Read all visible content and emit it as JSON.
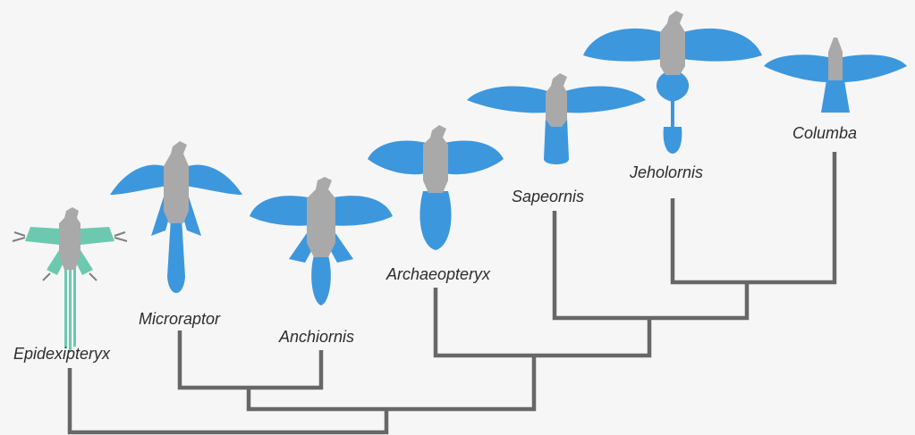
{
  "taxa": [
    {
      "key": "epidexipteryx",
      "name": "Epidexipteryx"
    },
    {
      "key": "microraptor",
      "name": "Microraptor"
    },
    {
      "key": "anchiornis",
      "name": "Anchiornis"
    },
    {
      "key": "archaeopteryx",
      "name": "Archaeopteryx"
    },
    {
      "key": "sapeornis",
      "name": "Sapeornis"
    },
    {
      "key": "jeholornis",
      "name": "Jeholornis"
    },
    {
      "key": "columba",
      "name": "Columba"
    }
  ],
  "colors": {
    "background": "#f6f6f6",
    "branch": "#676767",
    "body": "#a9a9a9",
    "feathers": "#3d97dd",
    "feathers_basal": "#6cc9b0",
    "label": "#2d2d2d"
  },
  "tree": {
    "topology": "(Epidexipteryx,((Microraptor,Anchiornis),(Archaeopteryx,(Sapeornis,(Jeholornis,Columba)))))"
  }
}
